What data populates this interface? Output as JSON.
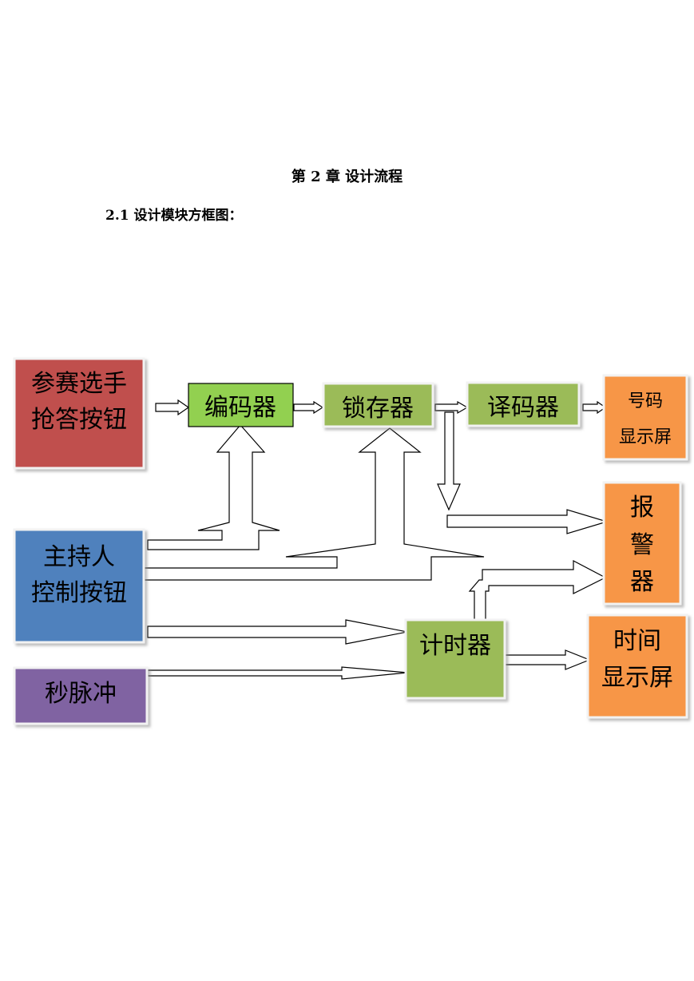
{
  "heading": "第 2 章 设计流程",
  "subheading": "2.1 设计模块方框图：",
  "blocks": {
    "contestant_buttons": {
      "lines": [
        "参赛选手",
        "抢答按钮"
      ],
      "color": "#c0504d"
    },
    "encoder": {
      "lines": [
        "编码器"
      ],
      "color": "#92d050"
    },
    "latch": {
      "lines": [
        "锁存器"
      ],
      "color": "#9bbb59"
    },
    "decoder": {
      "lines": [
        "译码器"
      ],
      "color": "#9bbb59"
    },
    "number_display": {
      "lines": [
        "号码",
        "显示屏"
      ],
      "color": "#f79646"
    },
    "alarm": {
      "lines": [
        "报",
        "警",
        "器"
      ],
      "color": "#f79646"
    },
    "host_buttons": {
      "lines": [
        "主持人",
        "控制按钮"
      ],
      "color": "#4f81bd"
    },
    "timer": {
      "lines": [
        "计时器"
      ],
      "color": "#9bbb59"
    },
    "time_display": {
      "lines": [
        "时间",
        "显示屏"
      ],
      "color": "#f79646"
    },
    "second_pulse": {
      "lines": [
        "秒脉冲"
      ],
      "color": "#8064a2"
    }
  }
}
